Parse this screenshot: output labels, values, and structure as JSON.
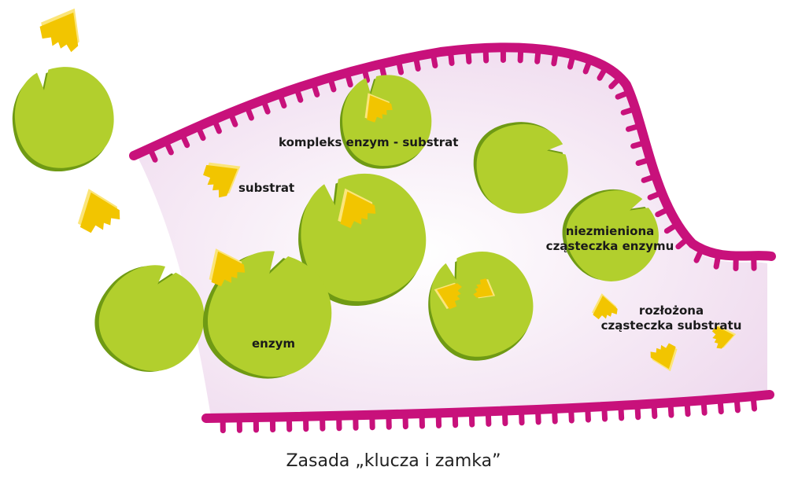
{
  "labels": {
    "complex": "kompleks enzym - substrat",
    "substrate": "substrat",
    "unchanged_line1": "niezmieniona",
    "unchanged_line2": "cząsteczka enzymu",
    "decomposed_line1": "rozłożona",
    "decomposed_line2": "cząsteczka substratu",
    "enzyme": "enzym"
  },
  "caption": "Zasada „klucza i zamka”",
  "colors": {
    "membrane": "#c8117b",
    "cell_fill": "#f3e3f1",
    "cell_center": "#ffffff",
    "enzyme": "#b2cf2d",
    "enzyme_edge": "#6f9a14",
    "substrate": "#f2c500",
    "substrate_light": "#fbe57a"
  }
}
